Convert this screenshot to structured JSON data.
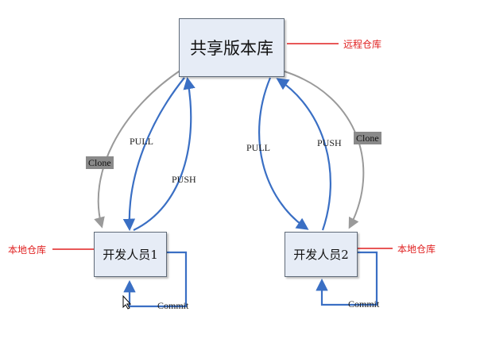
{
  "nodes": {
    "shared_repo": "共享版本库",
    "developer_1": "开发人员1",
    "developer_2": "开发人员2"
  },
  "edge_labels": {
    "left_pull": "PULL",
    "left_push": "PUSH",
    "left_clone": "Clone",
    "right_pull": "PULL",
    "right_push": "PUSH",
    "right_clone": "Clone",
    "commit_1": "Commit",
    "commit_2": "Commit"
  },
  "annotations": {
    "remote_repo": "远程仓库",
    "local_repo_left": "本地仓库",
    "local_repo_right": "本地仓库"
  },
  "colors": {
    "box_fill": "#e6ecf6",
    "push_pull_arrow": "#3a6fc4",
    "clone_arrow": "#9a9a9a",
    "annotation": "#e02020"
  }
}
